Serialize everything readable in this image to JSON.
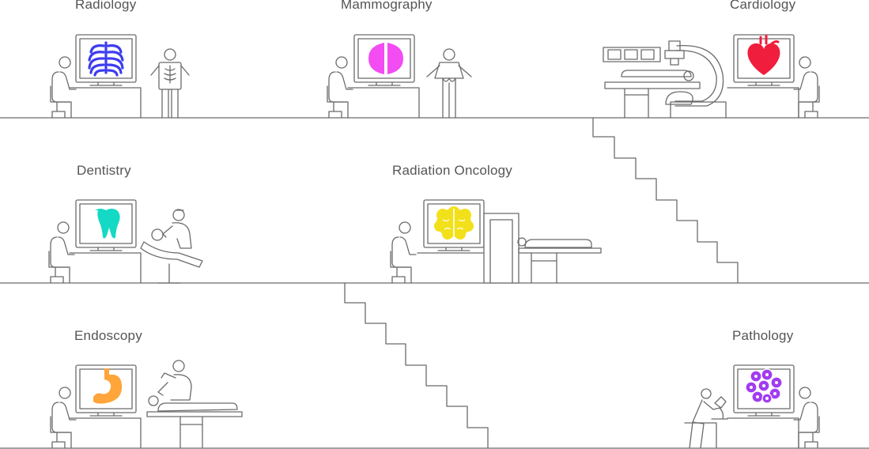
{
  "departments": [
    {
      "label": "Radiology",
      "organ": "ribcage-icon"
    },
    {
      "label": "Mammography",
      "organ": "breast-icon"
    },
    {
      "label": "Cardiology",
      "organ": "heart-icon"
    },
    {
      "label": "Dentistry",
      "organ": "tooth-icon"
    },
    {
      "label": "Radiation Oncology",
      "organ": "brain-icon"
    },
    {
      "label": "Endoscopy",
      "organ": "stomach-icon"
    },
    {
      "label": "Pathology",
      "organ": "cells-icon"
    }
  ],
  "colors": {
    "line": "#6b6b6b",
    "text": "#555555",
    "ribcage": "#3d3df0",
    "breast": "#f24cf2",
    "heart": "#f01e3c",
    "tooth": "#14d9c4",
    "brain": "#f2e01a",
    "stomach": "#ffa53a",
    "cells": "#a23cf0"
  }
}
